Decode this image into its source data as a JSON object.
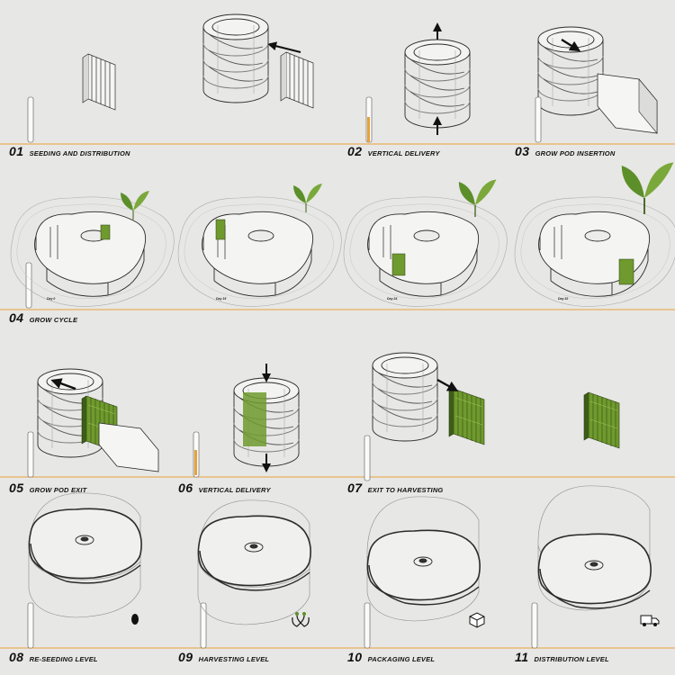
{
  "steps": [
    {
      "num": "01",
      "label": "SEEDING AND DISTRIBUTION"
    },
    {
      "num": "02",
      "label": "VERTICAL DELIVERY"
    },
    {
      "num": "03",
      "label": "GROW POD INSERTION"
    },
    {
      "num": "04",
      "label": "GROW CYCLE"
    },
    {
      "num": "05",
      "label": "GROW POD EXIT"
    },
    {
      "num": "06",
      "label": "VERTICAL DELIVERY"
    },
    {
      "num": "07",
      "label": "EXIT TO HARVESTING"
    },
    {
      "num": "08",
      "label": "RE-SEEDING LEVEL"
    },
    {
      "num": "09",
      "label": "HARVESTING LEVEL"
    },
    {
      "num": "10",
      "label": "PACKAGING LEVEL"
    },
    {
      "num": "11",
      "label": "DISTRIBUTION LEVEL"
    }
  ],
  "grow_days": [
    "Day 0",
    "Day 15",
    "Day 24",
    "Day 32"
  ],
  "colors": {
    "background": "#e7e7e5",
    "accent_line": "#e8a23a",
    "plant_green": "#5c8f2a",
    "linework": "#2b2b2b"
  },
  "icons": [
    "seed-icon",
    "harvest-hands-icon",
    "package-box-icon",
    "delivery-truck-icon"
  ]
}
